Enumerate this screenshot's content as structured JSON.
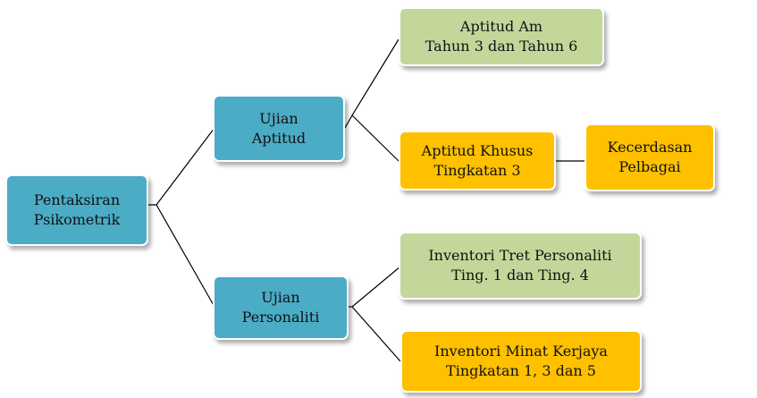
{
  "nodes": {
    "root": {
      "line1": "Pentaksiran",
      "line2": "Psikometrik"
    },
    "apt": {
      "line1": "Ujian",
      "line2": "Aptitud"
    },
    "per": {
      "line1": "Ujian",
      "line2": "Personaliti"
    },
    "am": {
      "line1": "Aptitud Am",
      "line2": "Tahun 3 dan Tahun 6"
    },
    "khusus": {
      "line1": "Aptitud Khusus",
      "line2": "Tingkatan 3"
    },
    "kec": {
      "line1": "Kecerdasan",
      "line2": "Pelbagai"
    },
    "tret": {
      "line1": "Inventori Tret Personaliti",
      "line2": "Ting. 1 dan Ting. 4"
    },
    "minat": {
      "line1": "Inventori Minat Kerjaya",
      "line2": "Tingkatan 1, 3 dan 5"
    }
  },
  "colors": {
    "primary": "#4bacc6",
    "secondary": "#c4d79b",
    "accent": "#ffc000",
    "connector": "#000000"
  }
}
